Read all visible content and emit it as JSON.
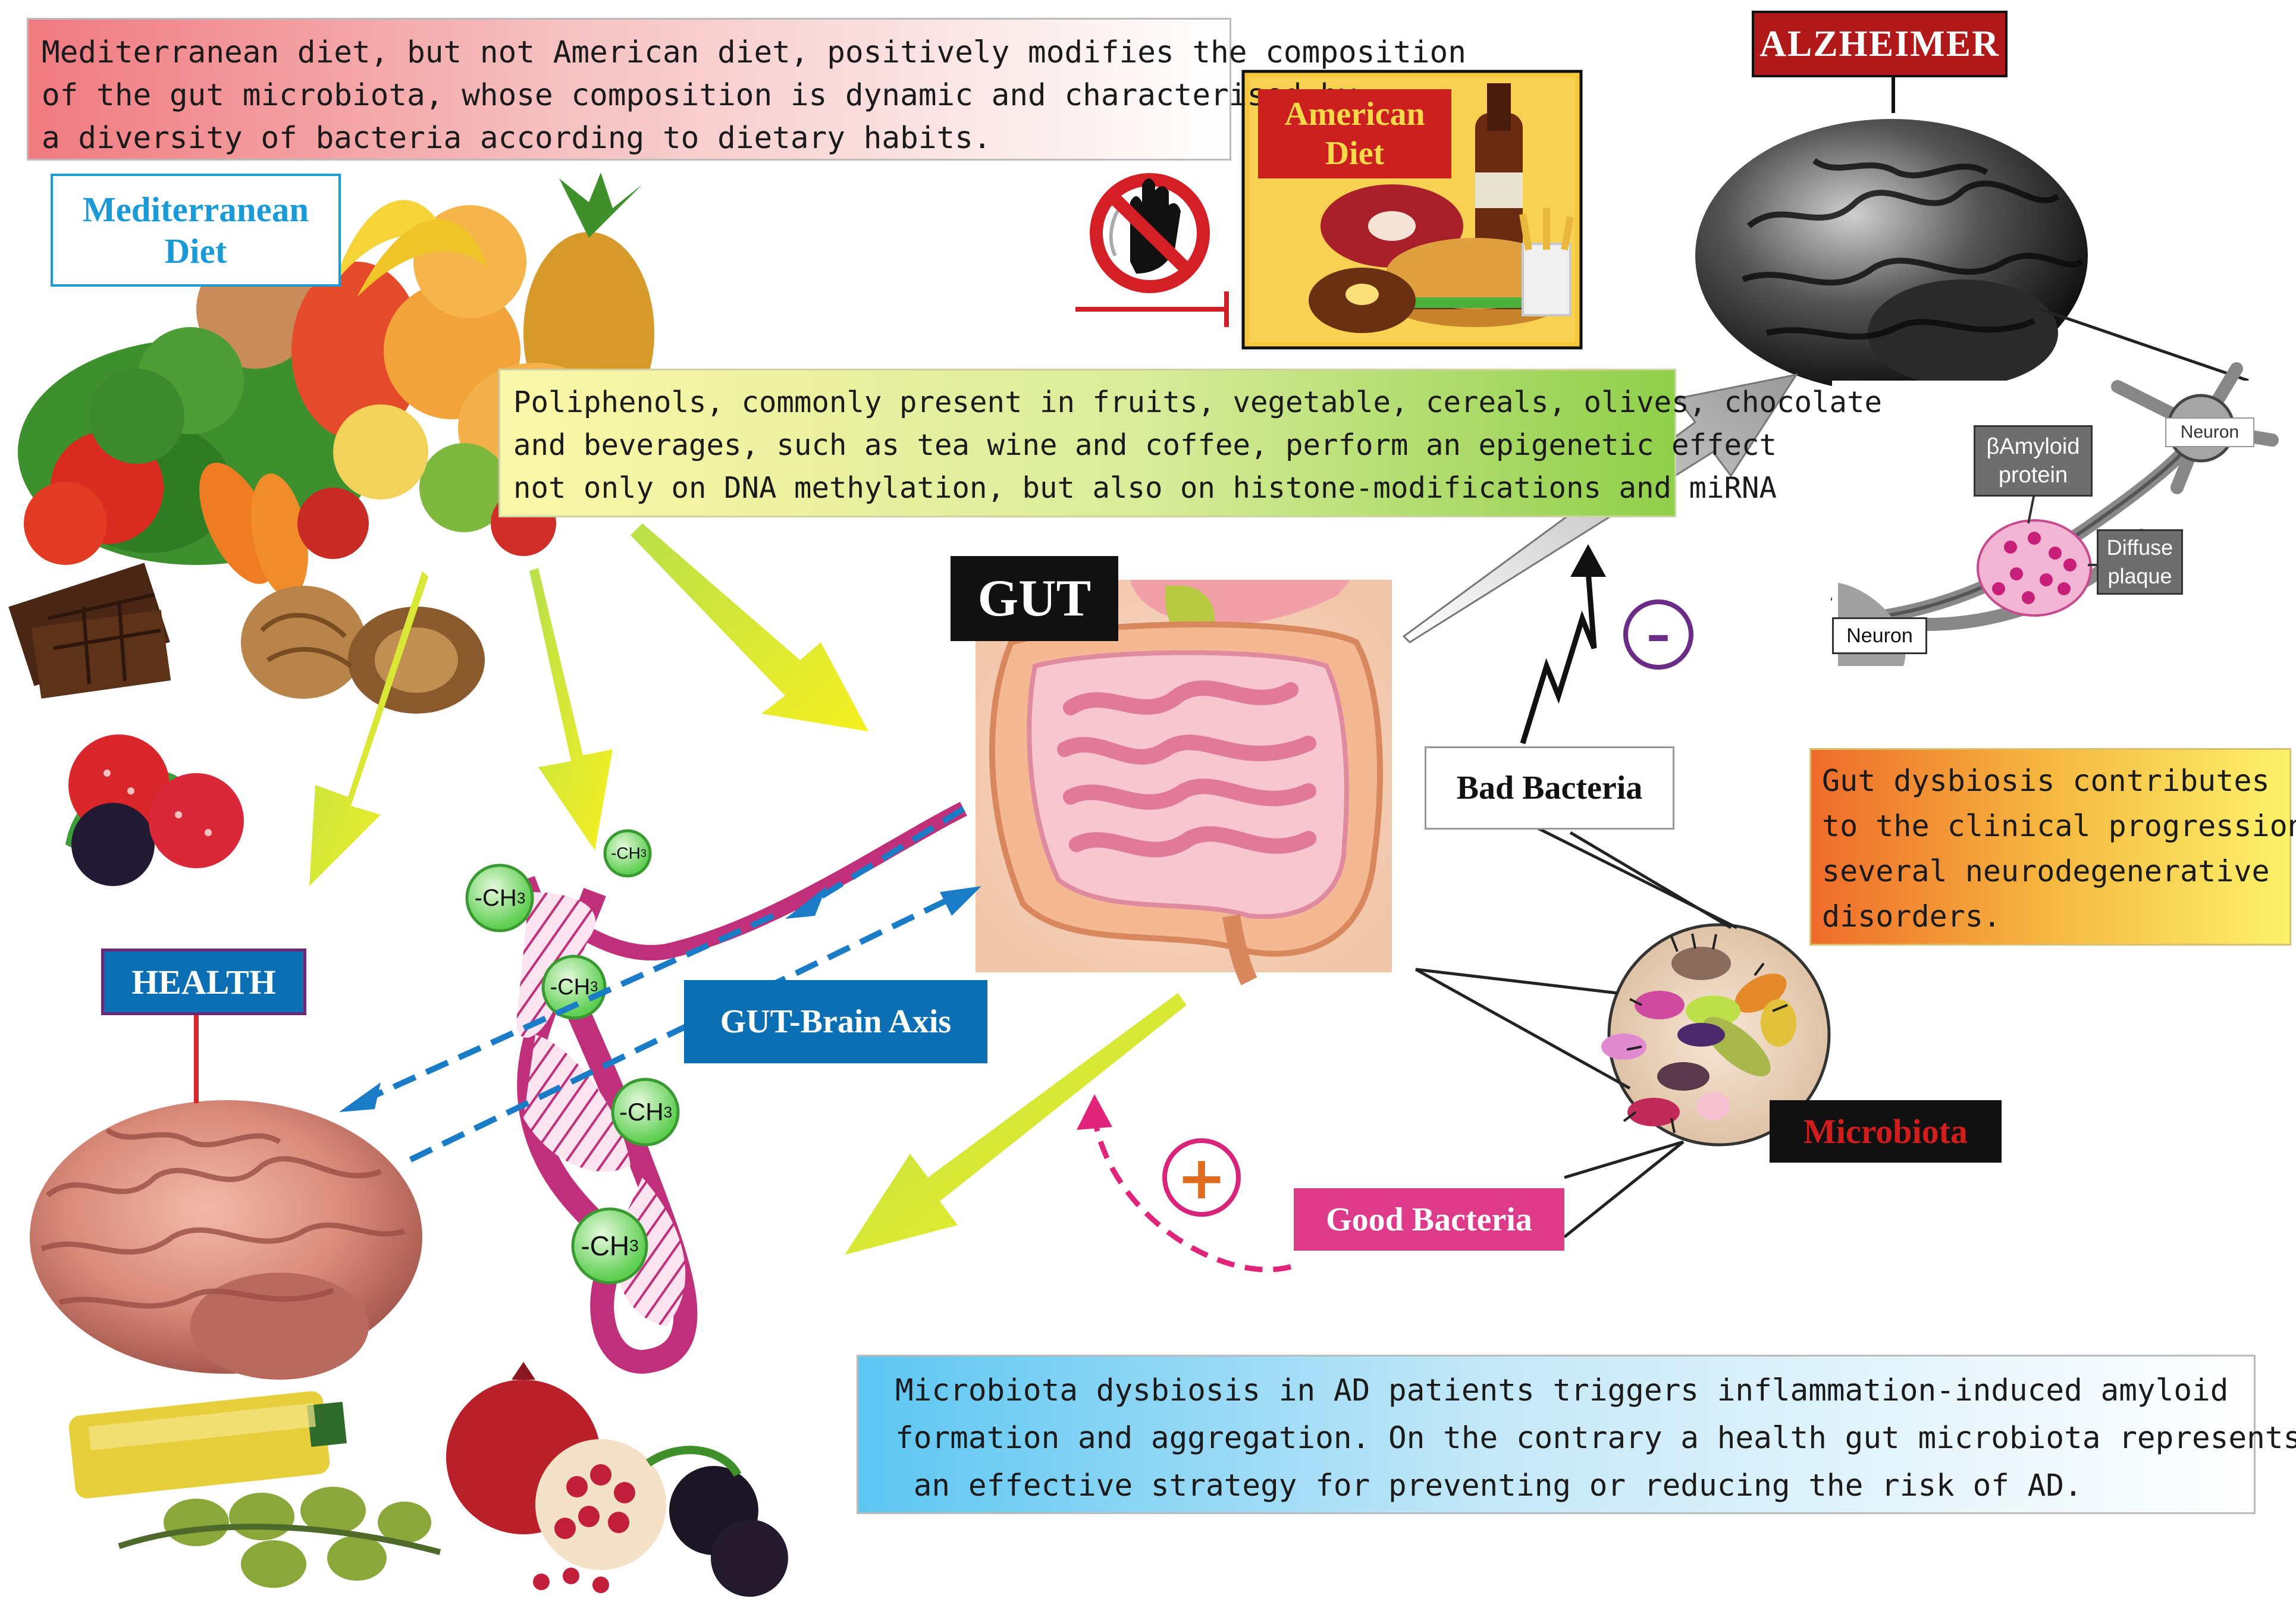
{
  "texts": {
    "top_left_note": [
      "Mediterranean diet, but not American diet, positively modifies the composition",
      "of the gut microbiota, whose composition is dynamic and characterised by",
      "a diversity of bacteria according to dietary habits."
    ],
    "mediterranean_diet": [
      "Mediterranean",
      "Diet"
    ],
    "american_diet": [
      "American",
      "Diet"
    ],
    "alzheimer": "ALZHEIMER",
    "polyphenols_note": [
      "Poliphenols, commonly present in fruits, vegetable, cereals, olives, chocolate",
      "and beverages, such as tea wine and coffee, perform an epigenetic effect",
      "not only on DNA methylation, but also on histone-modifications and miRNA"
    ],
    "gut": "GUT",
    "health": "HEALTH",
    "gut_brain_axis": "GUT-Brain Axis",
    "bad_bacteria": "Bad Bacteria",
    "good_bacteria": "Good Bacteria",
    "microbiota": "Microbiota",
    "dysbiosis_note": [
      "Gut dysbiosis contributes",
      "to the clinical progression of",
      "several neurodegenerative",
      "disorders."
    ],
    "bottom_note": [
      "Microbiota dysbiosis in AD patients triggers inflammation-induced amyloid",
      "formation and aggregation. On the contrary a health gut microbiota represents",
      " an effective strategy for preventing or reducing the risk of AD."
    ],
    "neuron_top": "Neuron",
    "neuron_bottom": "Neuron",
    "beta_amyloid": [
      "βAmyloid",
      "protein"
    ],
    "diffuse_plaque": [
      "Diffuse",
      "plaque"
    ],
    "methyl_group": "-CH",
    "methyl_subscript": "3",
    "plus_sign": "+",
    "minus_sign": "–"
  },
  "colors": {
    "health_blue": "#0c6fb3",
    "mediterranean_cyan": "#1a9ad6",
    "american_red": "#cc1f1f",
    "alzheimer_red": "#b01919",
    "microbiota_red": "#d21d1d",
    "good_bacteria_pink": "#de3a8a",
    "minus_purple": "#6a2c86",
    "plus_orange": "#e06a1d",
    "arrow_yellow": "#e8f02a",
    "dna_magenta": "#c0307a",
    "methyl_green": "#9fe08a"
  },
  "icons": [
    "no-entry-hand-icon",
    "brain-icon",
    "gut-icon",
    "dna-helix-icon",
    "bacteria-icon",
    "neuron-icon",
    "zigzag-arrow-icon"
  ]
}
